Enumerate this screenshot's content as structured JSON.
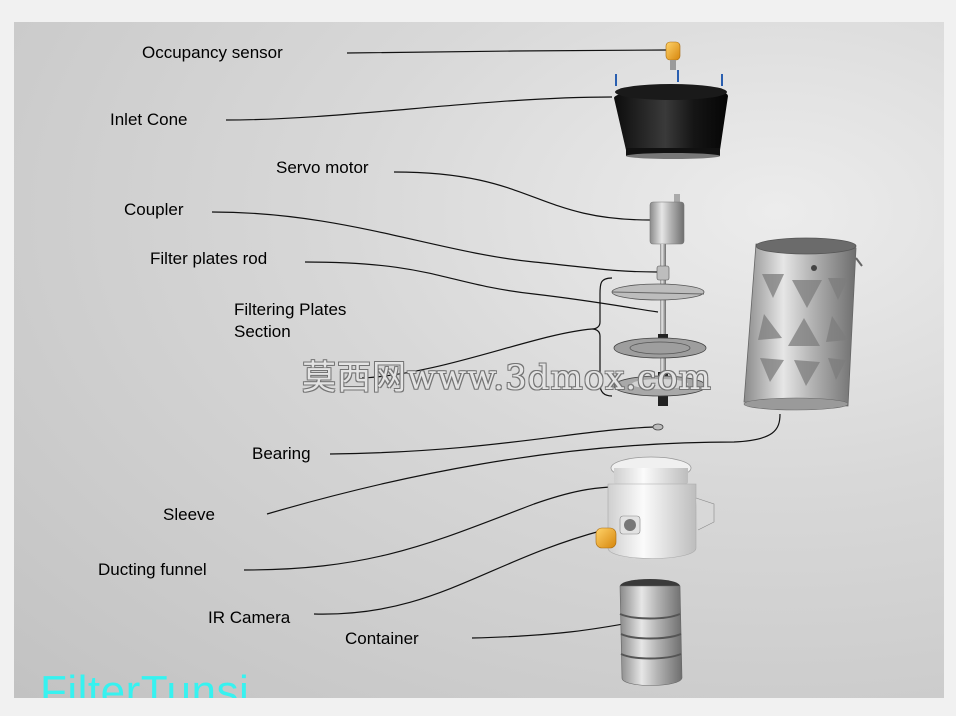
{
  "labels": {
    "occupancy_sensor": "Occupancy sensor",
    "inlet_cone": "Inlet Cone",
    "servo_motor": "Servo motor",
    "coupler": "Coupler",
    "filter_plates_rod": "Filter plates rod",
    "filtering_plates_line1": "Filtering Plates",
    "filtering_plates_line2": "Section",
    "bearing": "Bearing",
    "sleeve": "Sleeve",
    "ducting_funnel": "Ducting funnel",
    "ir_camera": "IR Camera",
    "container": "Container"
  },
  "brand": "FilterTunsi",
  "watermark": "莫西网www.3dmox.com",
  "colors": {
    "background": "#c8c8c8",
    "brand": "#36f2f0",
    "leader_line": "#111111",
    "sensor": "#e8a021"
  }
}
